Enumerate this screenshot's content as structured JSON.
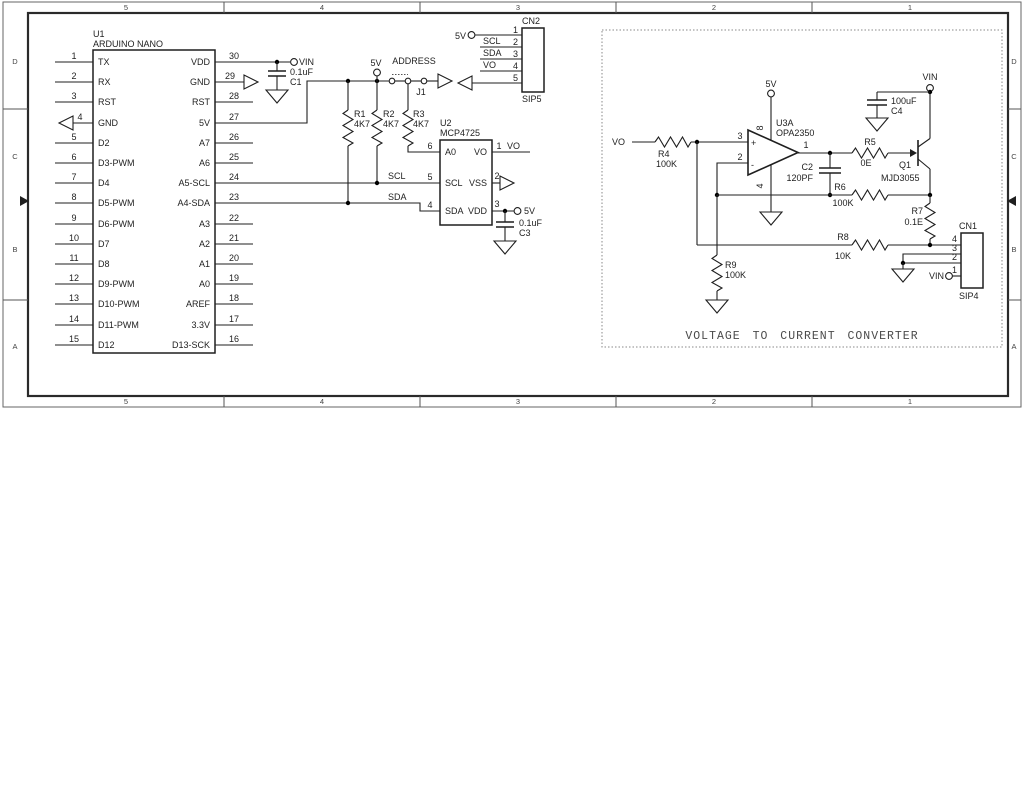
{
  "sheet": {
    "cols": [
      "5",
      "4",
      "3",
      "2",
      "1"
    ],
    "rows": [
      "D",
      "C",
      "B",
      "A"
    ]
  },
  "note": {
    "title": "VOLTAGE TO CURRENT CONVERTER"
  },
  "nets": {
    "vin": "VIN",
    "vo": "VO",
    "scl": "SCL",
    "sda": "SDA",
    "v5": "5V"
  },
  "u1": {
    "ref": "U1",
    "name": "ARDUINO NANO",
    "left": [
      {
        "n": "1",
        "l": "TX"
      },
      {
        "n": "2",
        "l": "RX"
      },
      {
        "n": "3",
        "l": "RST"
      },
      {
        "n": "4",
        "l": "GND"
      },
      {
        "n": "5",
        "l": "D2"
      },
      {
        "n": "6",
        "l": "D3-PWM"
      },
      {
        "n": "7",
        "l": "D4"
      },
      {
        "n": "8",
        "l": "D5-PWM"
      },
      {
        "n": "9",
        "l": "D6-PWM"
      },
      {
        "n": "10",
        "l": "D7"
      },
      {
        "n": "11",
        "l": "D8"
      },
      {
        "n": "12",
        "l": "D9-PWM"
      },
      {
        "n": "13",
        "l": "D10-PWM"
      },
      {
        "n": "14",
        "l": "D11-PWM"
      },
      {
        "n": "15",
        "l": "D12"
      }
    ],
    "right": [
      {
        "n": "30",
        "l": "VDD"
      },
      {
        "n": "29",
        "l": "GND"
      },
      {
        "n": "28",
        "l": "RST"
      },
      {
        "n": "27",
        "l": "5V"
      },
      {
        "n": "26",
        "l": "A7"
      },
      {
        "n": "25",
        "l": "A6"
      },
      {
        "n": "24",
        "l": "A5-SCL"
      },
      {
        "n": "23",
        "l": "A4-SDA"
      },
      {
        "n": "22",
        "l": "A3"
      },
      {
        "n": "21",
        "l": "A2"
      },
      {
        "n": "20",
        "l": "A1"
      },
      {
        "n": "19",
        "l": "A0"
      },
      {
        "n": "18",
        "l": "AREF"
      },
      {
        "n": "17",
        "l": "3.3V"
      },
      {
        "n": "16",
        "l": "D13-SCK"
      }
    ]
  },
  "u2": {
    "ref": "U2",
    "name": "MCP4725",
    "left": [
      {
        "n": "6",
        "l": "A0"
      },
      {
        "n": "5",
        "l": "SCL"
      },
      {
        "n": "4",
        "l": "SDA"
      }
    ],
    "right": [
      {
        "n": "1",
        "l": "VO"
      },
      {
        "n": "2",
        "l": "VSS"
      },
      {
        "n": "3",
        "l": "VDD"
      }
    ]
  },
  "u3": {
    "ref": "U3A",
    "part": "OPA2350",
    "p_out": "1",
    "p_inv": "2",
    "p_nin": "3",
    "p_vcc": "8",
    "p_vee": "4",
    "plus": "+",
    "minus": "-"
  },
  "q1": {
    "ref": "Q1",
    "part": "MJD3055"
  },
  "j1": {
    "ref": "J1",
    "net": "ADDRESS"
  },
  "cn1": {
    "ref": "CN1",
    "pkg": "SIP4",
    "p": [
      "4",
      "3",
      "2",
      "1"
    ]
  },
  "cn2": {
    "ref": "CN2",
    "pkg": "SIP5",
    "p": [
      "1",
      "2",
      "3",
      "4",
      "5"
    ]
  },
  "res": {
    "r1": {
      "ref": "R1",
      "val": "4K7"
    },
    "r2": {
      "ref": "R2",
      "val": "4K7"
    },
    "r3": {
      "ref": "R3",
      "val": "4K7"
    },
    "r4": {
      "ref": "R4",
      "val": "100K"
    },
    "r5": {
      "ref": "R5",
      "val": "0E"
    },
    "r6": {
      "ref": "R6",
      "val": "100K"
    },
    "r7": {
      "ref": "R7",
      "val": "0.1E"
    },
    "r8": {
      "ref": "R8",
      "val": "10K"
    },
    "r9": {
      "ref": "R9",
      "val": "100K"
    }
  },
  "cap": {
    "c1": {
      "ref": "C1",
      "val": "0.1uF"
    },
    "c2": {
      "ref": "C2",
      "val": "120PF"
    },
    "c3": {
      "ref": "C3",
      "val": "0.1uF"
    },
    "c4": {
      "ref": "C4",
      "val": "100uF"
    }
  }
}
